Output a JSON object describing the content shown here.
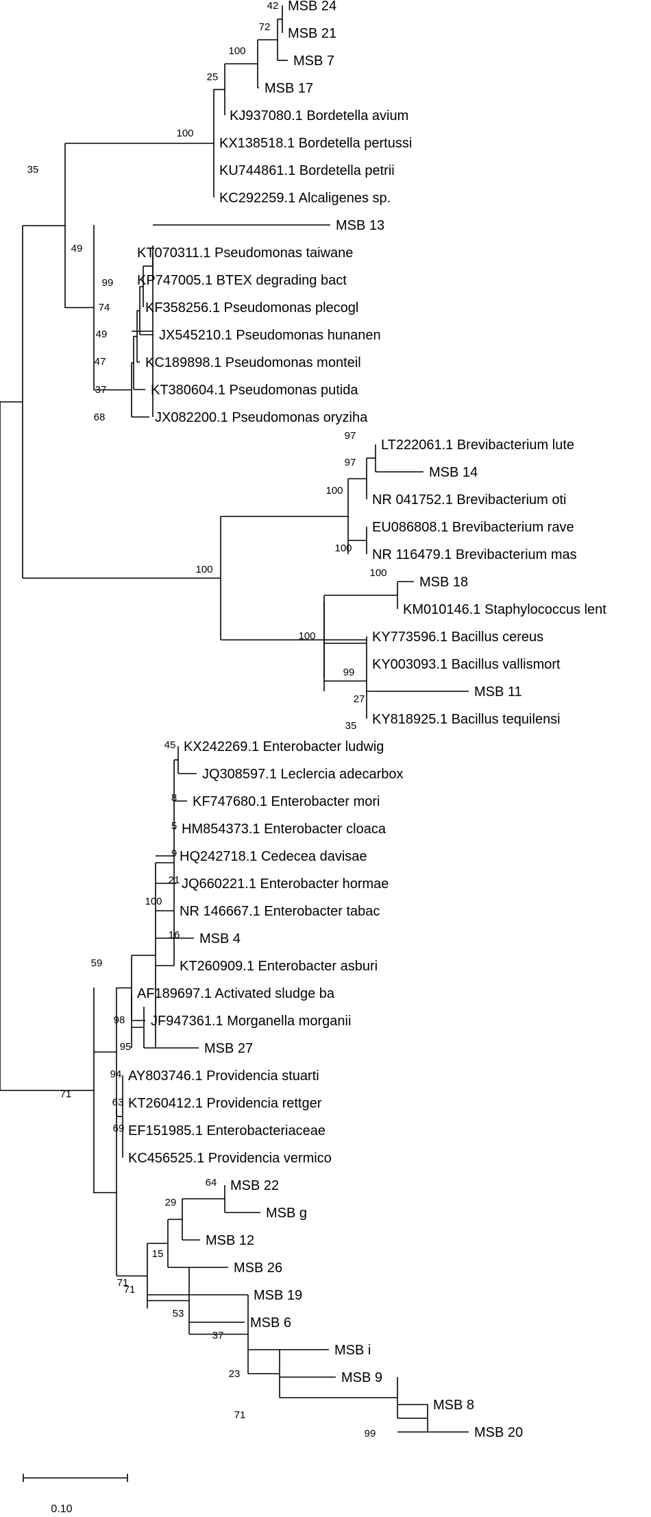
{
  "tree": {
    "scale_bar": {
      "label": "0.10",
      "length": 0.1
    },
    "leaves": [
      {
        "name": "MSB 24"
      },
      {
        "name": "MSB 21"
      },
      {
        "name": "MSB 7"
      },
      {
        "name": "MSB 17"
      },
      {
        "name": "KJ937080.1 Bordetella avium"
      },
      {
        "name": "KX138518.1 Bordetella pertussi"
      },
      {
        "name": "KU744861.1 Bordetella petrii"
      },
      {
        "name": "KC292259.1 Alcaligenes sp."
      },
      {
        "name": "MSB 13"
      },
      {
        "name": "KT070311.1 Pseudomonas taiwane"
      },
      {
        "name": "KP747005.1 BTEX degrading bact"
      },
      {
        "name": "KF358256.1 Pseudomonas plecogl"
      },
      {
        "name": "JX545210.1 Pseudomonas hunanen"
      },
      {
        "name": "KC189898.1 Pseudomonas monteil"
      },
      {
        "name": "KT380604.1 Pseudomonas putida"
      },
      {
        "name": "JX082200.1 Pseudomonas oryziha"
      },
      {
        "name": "LT222061.1 Brevibacterium lute"
      },
      {
        "name": "MSB 14"
      },
      {
        "name": "NR 041752.1 Brevibacterium oti"
      },
      {
        "name": "EU086808.1 Brevibacterium rave"
      },
      {
        "name": "NR 116479.1 Brevibacterium mas"
      },
      {
        "name": "MSB 18"
      },
      {
        "name": "KM010146.1 Staphylococcus lent"
      },
      {
        "name": "KY773596.1 Bacillus cereus"
      },
      {
        "name": "KY003093.1 Bacillus vallismort"
      },
      {
        "name": "MSB 11"
      },
      {
        "name": "KY818925.1 Bacillus tequilensi"
      },
      {
        "name": "KX242269.1 Enterobacter ludwig"
      },
      {
        "name": "JQ308597.1 Leclercia adecarbox"
      },
      {
        "name": "KF747680.1 Enterobacter mori"
      },
      {
        "name": "HM854373.1 Enterobacter cloaca"
      },
      {
        "name": "HQ242718.1 Cedecea davisae"
      },
      {
        "name": "JQ660221.1 Enterobacter hormae"
      },
      {
        "name": "NR 146667.1 Enterobacter tabac"
      },
      {
        "name": "MSB 4"
      },
      {
        "name": "KT260909.1 Enterobacter asburi"
      },
      {
        "name": "AF189697.1 Activated sludge ba"
      },
      {
        "name": "JF947361.1 Morganella morganii"
      },
      {
        "name": "MSB 27"
      },
      {
        "name": "AY803746.1 Providencia stuarti"
      },
      {
        "name": "KT260412.1 Providencia rettger"
      },
      {
        "name": "EF151985.1 Enterobacteriaceae"
      },
      {
        "name": "KC456525.1 Providencia vermico"
      },
      {
        "name": "MSB 22"
      },
      {
        "name": "MSB g"
      },
      {
        "name": "MSB 12"
      },
      {
        "name": "MSB 26"
      },
      {
        "name": "MSB 19"
      },
      {
        "name": "MSB 6"
      },
      {
        "name": "MSB i"
      },
      {
        "name": "MSB 9"
      },
      {
        "name": "MSB 8"
      },
      {
        "name": "MSB 20"
      }
    ],
    "support_values": [
      {
        "value": "42"
      },
      {
        "value": "72"
      },
      {
        "value": "100"
      },
      {
        "value": "25"
      },
      {
        "value": "100"
      },
      {
        "value": "35"
      },
      {
        "value": "49"
      },
      {
        "value": "99"
      },
      {
        "value": "74"
      },
      {
        "value": "49"
      },
      {
        "value": "47"
      },
      {
        "value": "37"
      },
      {
        "value": "68"
      },
      {
        "value": "97"
      },
      {
        "value": "97"
      },
      {
        "value": "100"
      },
      {
        "value": "100"
      },
      {
        "value": "100"
      },
      {
        "value": "100"
      },
      {
        "value": "100"
      },
      {
        "value": "99"
      },
      {
        "value": "27"
      },
      {
        "value": "35"
      },
      {
        "value": "45"
      },
      {
        "value": "8"
      },
      {
        "value": "5"
      },
      {
        "value": "9"
      },
      {
        "value": "21"
      },
      {
        "value": "100"
      },
      {
        "value": "16"
      },
      {
        "value": "59"
      },
      {
        "value": "98"
      },
      {
        "value": "95"
      },
      {
        "value": "94"
      },
      {
        "value": "63"
      },
      {
        "value": "69"
      },
      {
        "value": "71"
      },
      {
        "value": "64"
      },
      {
        "value": "29"
      },
      {
        "value": "15"
      },
      {
        "value": "71"
      },
      {
        "value": "71"
      },
      {
        "value": "53"
      },
      {
        "value": "37"
      },
      {
        "value": "23"
      },
      {
        "value": "71"
      },
      {
        "value": "99"
      }
    ]
  }
}
